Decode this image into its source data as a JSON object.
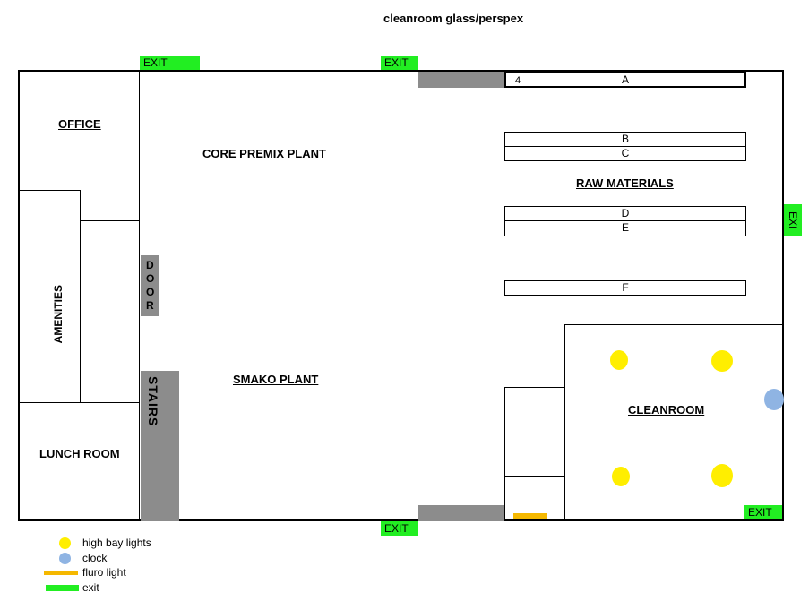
{
  "title": "cleanroom glass/perspex",
  "rooms": {
    "office": "OFFICE",
    "amenities": "AMENITIES",
    "lunch_room": "LUNCH ROOM",
    "core_premix": "CORE PREMIX PLANT",
    "raw_materials": "RAW MATERIALS",
    "smako": "SMAKO PLANT",
    "cleanroom": "CLEANROOM"
  },
  "door_label": "DOOR",
  "stairs_label": "STAIRS",
  "racks": {
    "a_number": "4",
    "a": "A",
    "b": "B",
    "c": "C",
    "d": "D",
    "e": "E",
    "f": "F"
  },
  "exits": {
    "top_left": "EXIT",
    "top_center": "EXIT",
    "right_side": "EXI",
    "bottom_center": "EXIT",
    "cleanroom": "EXIT"
  },
  "legend": {
    "high_bay": "high bay lights",
    "clock": "clock",
    "fluro": "fluro light",
    "exit": "exit"
  },
  "colors": {
    "high_bay_light": "#ffee00",
    "clock": "#8fb4e3",
    "fluro_light": "#f5b800",
    "exit": "#22ee22",
    "fixture_grey": "#8c8c8c"
  }
}
